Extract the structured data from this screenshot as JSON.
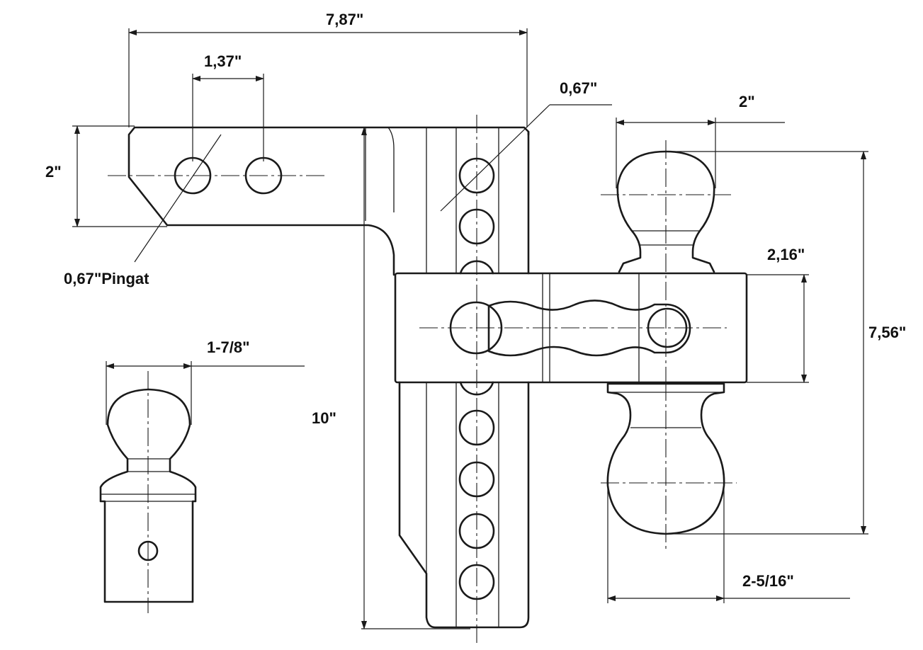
{
  "dimensions": {
    "overall_width": "7,87\"",
    "hole_spacing": "1,37\"",
    "pin_hole_right": "0,67\"",
    "shank_height": "2\"",
    "pin_hole_left": "0,67\"Pingat",
    "ball_top_diameter": "2\"",
    "bar_height": "2,16\"",
    "ball_span": "7,56\"",
    "overall_height": "10\"",
    "extra_ball_diameter": "1-7/8\"",
    "ball_bottom_diameter": "2-5/16\""
  }
}
